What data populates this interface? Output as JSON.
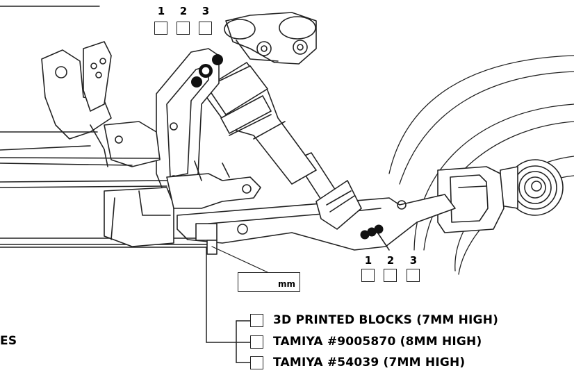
{
  "top_selector": {
    "numbers": [
      "1",
      "2",
      "3"
    ]
  },
  "bottom_selector": {
    "numbers": [
      "1",
      "2",
      "3"
    ]
  },
  "measurement": {
    "unit": "mm"
  },
  "options": [
    {
      "label": "3D PRINTED BLOCKS (7MM HIGH)"
    },
    {
      "label": "TAMIYA #9005870 (8MM HIGH)"
    },
    {
      "label": "TAMIYA #54039 (7MM HIGH)"
    }
  ],
  "left_edge_text": "ES",
  "colors": {
    "line": "#222222",
    "fill": "#ffffff",
    "hole": "#111111"
  }
}
